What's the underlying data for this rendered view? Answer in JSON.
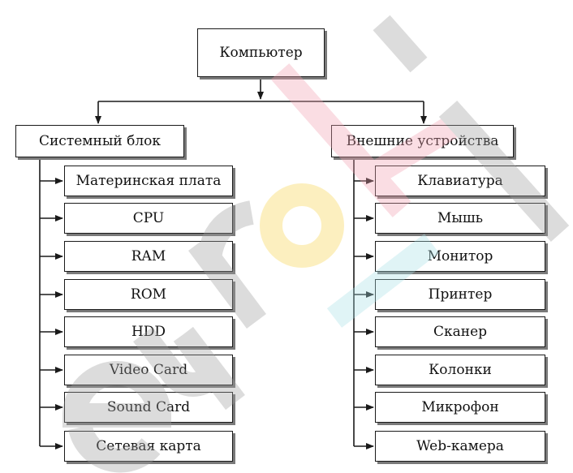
{
  "diagram": {
    "root": {
      "label": "Компьютер"
    },
    "branches": [
      {
        "label": "Системный блок",
        "children": [
          "Материнская плата",
          "CPU",
          "RAM",
          "ROM",
          "HDD",
          "Video Card",
          "Sound Card",
          "Сетевая карта"
        ]
      },
      {
        "label": "Внешние устройства",
        "children": [
          "Клавиатура",
          "Мышь",
          "Монитор",
          "Принтер",
          "Сканер",
          "Колонки",
          "Микрофон",
          "Web-камера"
        ]
      }
    ]
  },
  "watermark": {
    "text": "euroki",
    "letters": [
      "e",
      "u",
      "r",
      "o",
      "k",
      "i"
    ],
    "colors": {
      "e": "#9e9e9e",
      "u": "#9e9e9e",
      "r": "#9e9e9e",
      "o": "#f7d44a",
      "k": "#f2a0b0",
      "k_stem": "#a8e0e6",
      "i": "#9e9e9e"
    }
  },
  "colors": {
    "line": "#1a1a1a",
    "box_shadow": "#7a7a7a"
  }
}
